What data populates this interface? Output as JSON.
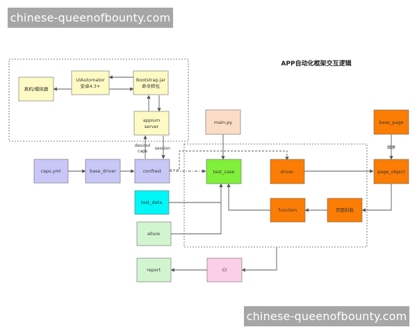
{
  "watermark": {
    "top": "chinese-queenofbounty.com",
    "bottom": "chinese-queenofbounty.com"
  },
  "title": "APP自动化框架交互逻辑",
  "nodes": {
    "device": "真机/模拟器",
    "uiautomator": [
      "UIAutomator",
      "安卓4.3+"
    ],
    "bootstrap": [
      "Bootstrap.jar",
      "命令转化"
    ],
    "appium": [
      "appium",
      "server"
    ],
    "main_py": "main.py",
    "base_page": "base_page",
    "caps_yml": "caps.yml",
    "base_driver": "base_driver",
    "conftest": "conftest",
    "test_case": "test_case",
    "driver": "driver",
    "page_object": "page_object",
    "test_data": "test_data",
    "function": "function",
    "page_elements": "页面封装",
    "allure": "allure",
    "report": "report",
    "ci": "CI"
  },
  "edge_labels": {
    "desired_caps": [
      "desired",
      "caps"
    ],
    "session": "session",
    "inherit": "继承"
  },
  "colors": {
    "yellow": "#fdfac4",
    "purple": "#c9c7f7",
    "green": "#80f03a",
    "orange": "#fb7d06",
    "peach": "#fcdcc4",
    "cyan": "#00f7f7",
    "light_green": "#d2f5cf",
    "pink": "#fbcfe8",
    "edge": "#555555"
  }
}
